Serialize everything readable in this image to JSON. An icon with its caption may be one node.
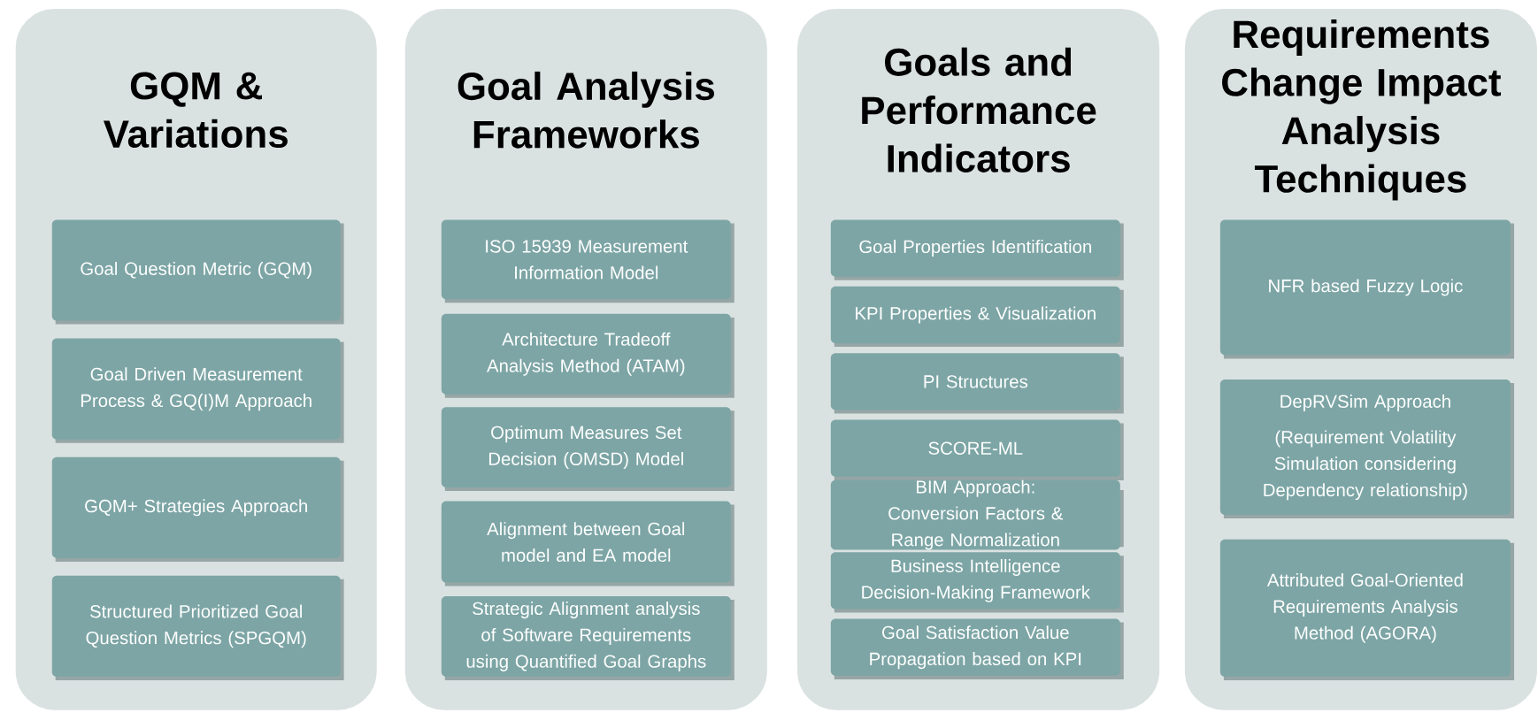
{
  "diagram": {
    "nodes": [
      {
        "text": [
          "GQM & Variations"
        ]
      },
      {
        "text": [
          "Goal Question Metric (GQM)"
        ],
        "in": 0
      },
      {
        "text": [
          "Goal Driven Measurement Process & GQ(I)M Approach"
        ],
        "in": 0
      },
      {
        "text": [
          "GQM+ Strategies Approach"
        ],
        "in": 0
      },
      {
        "text": [
          "Structured Prioritized Goal Question Metrics (SPGQM)"
        ],
        "in": 0
      },
      {
        "text": [
          "Goal Analysis Frameworks"
        ]
      },
      {
        "text": [
          "ISO 15939 Measurement Information Model"
        ],
        "in": 5
      },
      {
        "text": [
          "Architecture Tradeoff Analysis Method (ATAM)"
        ],
        "in": 5
      },
      {
        "text": [
          "Optimum Measures Set Decision (OMSD) Model"
        ],
        "in": 5
      },
      {
        "text": [
          "Alignment between Goal model and EA model"
        ],
        "in": 5
      },
      {
        "text": [
          "Strategic Alignment analysis of Software Requirements using Quantified Goal Graphs"
        ],
        "in": 5
      },
      {
        "text": [
          "Goals and Performance Indicators"
        ]
      },
      {
        "text": [
          "Goal Properties Identification"
        ],
        "in": 11
      },
      {
        "text": [
          "KPI Properties & Visualization"
        ],
        "in": 11
      },
      {
        "text": [
          "PI Structures"
        ],
        "in": 11
      },
      {
        "text": [
          "SCORE-ML"
        ],
        "in": 11
      },
      {
        "text": [
          "BIM Approach: Conversion Factors & Range Normalization"
        ],
        "in": 11
      },
      {
        "text": [
          "Business Intelligence Decision-Making Framework"
        ],
        "in": 11
      },
      {
        "text": [
          "Goal Satisfaction Value Propagation based on KPI"
        ],
        "in": 11
      },
      {
        "text": [
          "Requirements Change Impact Analysis Techniques"
        ]
      },
      {
        "text": [
          "NFR based Fuzzy Logic"
        ],
        "in": 19
      },
      {
        "text": [
          "DepRVSim Approach",
          "(Requirement Volatility Simulation considering Dependency relationship)"
        ],
        "in": 19
      },
      {
        "text": [
          "Attributed Goal-Oriented Requirements Analysis Method (AGORA)"
        ],
        "in": 19
      }
    ]
  }
}
